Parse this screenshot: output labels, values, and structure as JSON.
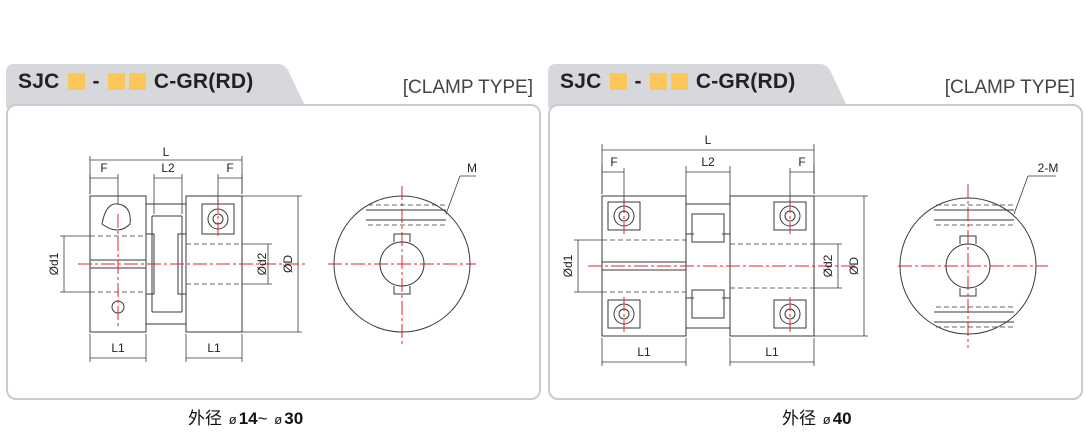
{
  "panels": [
    {
      "title_prefix": "SJC",
      "title_dash": "-",
      "title_suffix": "C-GR(RD)",
      "title_marker_color": "#fcc75a",
      "type_label": "[CLAMP TYPE]",
      "labels": {
        "L": "L",
        "F_left": "F",
        "L2": "L2",
        "F_right": "F",
        "M": "M",
        "d1": "Ød1",
        "d2": "Ød2",
        "D": "ØD",
        "L1_left": "L1",
        "L1_right": "L1"
      },
      "caption": {
        "prefix": "外径",
        "dia_symbol": "ø",
        "value_from": "14",
        "sep": "~",
        "value_to": "30"
      }
    },
    {
      "title_prefix": "SJC",
      "title_dash": "-",
      "title_suffix": "C-GR(RD)",
      "title_marker_color": "#fcc75a",
      "type_label": "[CLAMP TYPE]",
      "labels": {
        "L": "L",
        "F_left": "F",
        "L2": "L2",
        "F_right": "F",
        "M": "2-M",
        "d1": "Ød1",
        "d2": "Ød2",
        "D": "ØD",
        "L1_left": "L1",
        "L1_right": "L1"
      },
      "caption": {
        "prefix": "外径",
        "dia_symbol": "ø",
        "value": "40"
      }
    }
  ],
  "colors": {
    "centerline": "#e8212f",
    "outline": "#3a3a3a",
    "panel_border": "#c9cbce",
    "tab_fill": "#d6d8db"
  }
}
